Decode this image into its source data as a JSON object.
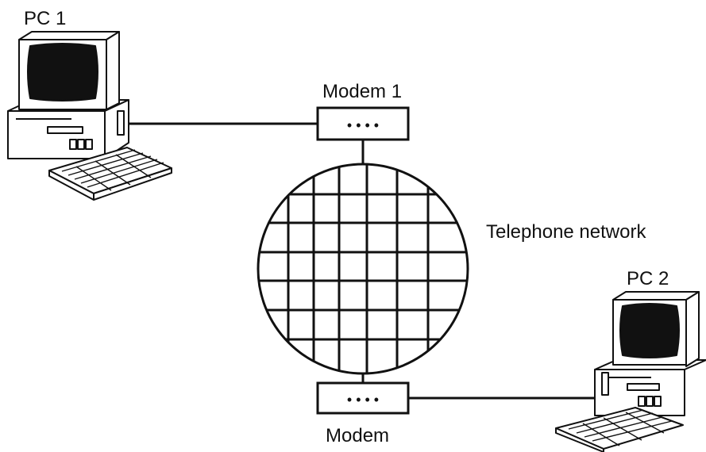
{
  "labels": {
    "pc1": "PC 1",
    "modem1": "Modem 1",
    "network": "Telephone network",
    "pc2": "PC 2",
    "modem2": "Modem"
  },
  "modem_indicators": "• • • •",
  "colors": {
    "line": "#111111",
    "screen": "#111111",
    "case": "#ffffff",
    "background": "#ffffff"
  },
  "icons": [
    "desktop-computer-icon",
    "desktop-computer-icon",
    "modem-icon",
    "modem-icon",
    "network-globe-icon"
  ]
}
